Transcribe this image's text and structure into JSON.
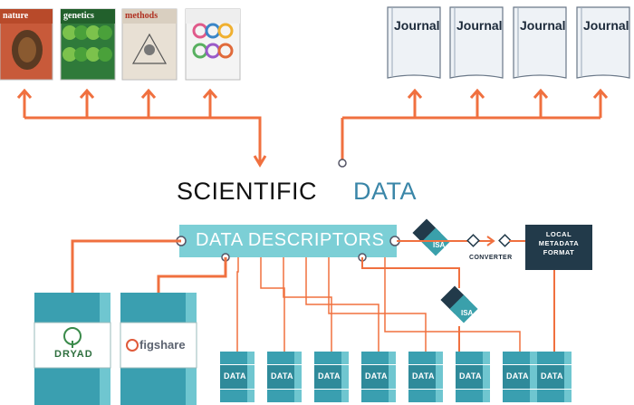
{
  "covers": [
    {
      "title": "nature",
      "color": "#c85a3a"
    },
    {
      "title": "genetics",
      "color": "#2f7a3a"
    },
    {
      "title": "methods",
      "color": "#e8e0d4"
    },
    {
      "title": "",
      "color": "#f4f4f4"
    }
  ],
  "journals": [
    "Journal",
    "Journal",
    "Journal",
    "Journal"
  ],
  "heading": {
    "part1": "SCIENTIFIC",
    "part2": "DATA"
  },
  "descriptors": {
    "label": "DATA DESCRIPTORS"
  },
  "isa": {
    "label": "ISA"
  },
  "converter": {
    "label": "CONVERTER"
  },
  "local_format": {
    "line1": "LOCAL",
    "line2": "METADATA",
    "line3": "FORMAT"
  },
  "repositories": {
    "dryad": "DRYAD",
    "figshare": "figshare"
  },
  "data_label": "DATA",
  "colors": {
    "accent": "#f0703f",
    "teal": "#7ccfd6",
    "tealDark": "#3aa0ab",
    "navy": "#223a4a"
  }
}
